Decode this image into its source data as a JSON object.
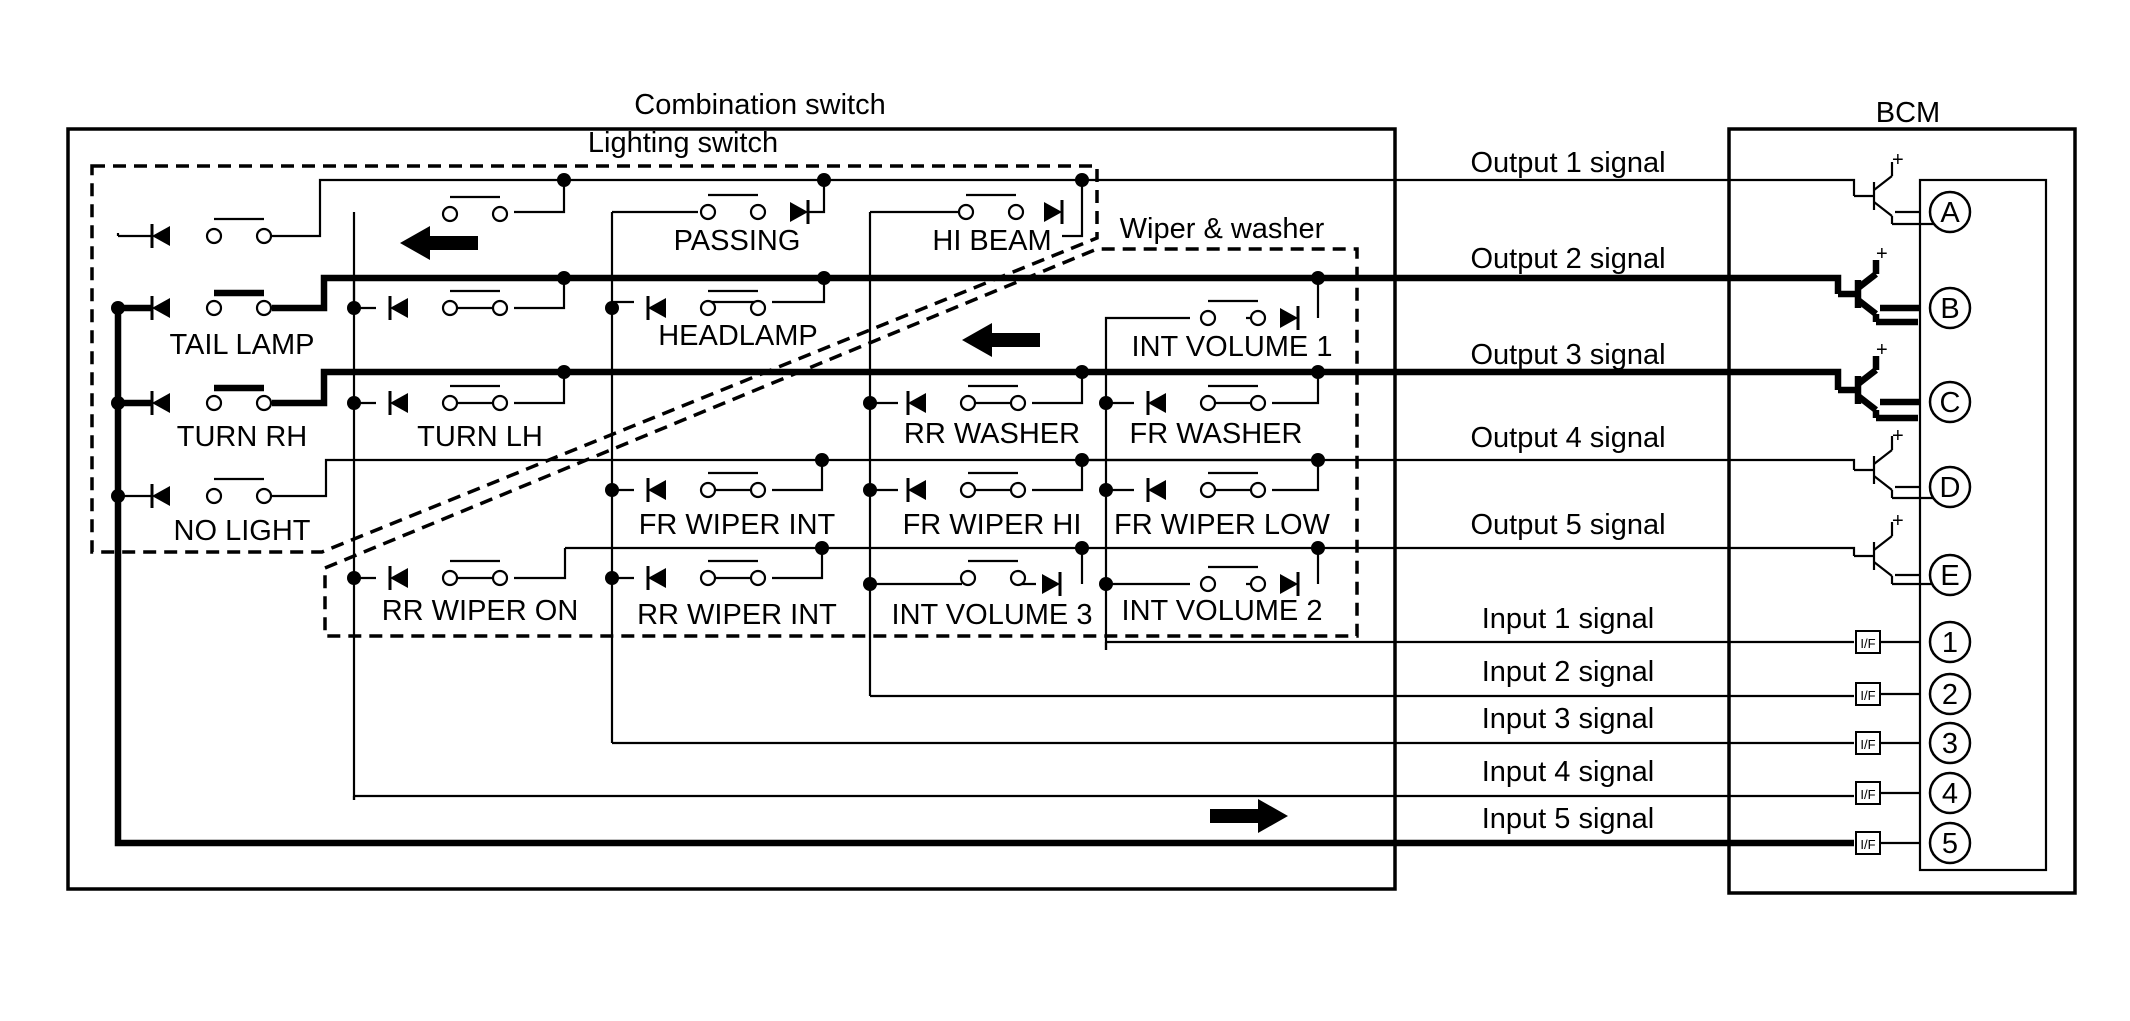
{
  "title": "Combination switch",
  "bcm_title": "BCM",
  "groups": {
    "lighting": "Lighting switch",
    "wiper": "Wiper & washer"
  },
  "switches": [
    {
      "id": "passing",
      "label": "PASSING"
    },
    {
      "id": "hi_beam",
      "label": "HI BEAM"
    },
    {
      "id": "tail_lamp",
      "label": "TAIL LAMP"
    },
    {
      "id": "headlamp",
      "label": "HEADLAMP"
    },
    {
      "id": "int_volume_1",
      "label": "INT VOLUME 1"
    },
    {
      "id": "turn_rh",
      "label": "TURN RH"
    },
    {
      "id": "turn_lh",
      "label": "TURN LH"
    },
    {
      "id": "rr_washer",
      "label": "RR WASHER"
    },
    {
      "id": "fr_washer",
      "label": "FR WASHER"
    },
    {
      "id": "no_light",
      "label": "NO LIGHT"
    },
    {
      "id": "fr_wiper_int",
      "label": "FR WIPER INT"
    },
    {
      "id": "fr_wiper_hi",
      "label": "FR WIPER HI"
    },
    {
      "id": "fr_wiper_low",
      "label": "FR WIPER LOW"
    },
    {
      "id": "rr_wiper_on",
      "label": "RR WIPER ON"
    },
    {
      "id": "rr_wiper_int",
      "label": "RR WIPER INT"
    },
    {
      "id": "int_volume_3",
      "label": "INT VOLUME 3"
    },
    {
      "id": "int_volume_2",
      "label": "INT VOLUME 2"
    }
  ],
  "signals": [
    {
      "label": "Output 1 signal",
      "terminal": "A"
    },
    {
      "label": "Output 2 signal",
      "terminal": "B"
    },
    {
      "label": "Output 3 signal",
      "terminal": "C"
    },
    {
      "label": "Output 4 signal",
      "terminal": "D"
    },
    {
      "label": "Output 5 signal",
      "terminal": "E"
    },
    {
      "label": "Input 1 signal",
      "terminal": "1"
    },
    {
      "label": "Input 2 signal",
      "terminal": "2"
    },
    {
      "label": "Input 3 signal",
      "terminal": "3"
    },
    {
      "label": "Input 4 signal",
      "terminal": "4"
    },
    {
      "label": "Input 5 signal",
      "terminal": "5"
    }
  ],
  "plus_sign": "+",
  "if_label": "I/F"
}
